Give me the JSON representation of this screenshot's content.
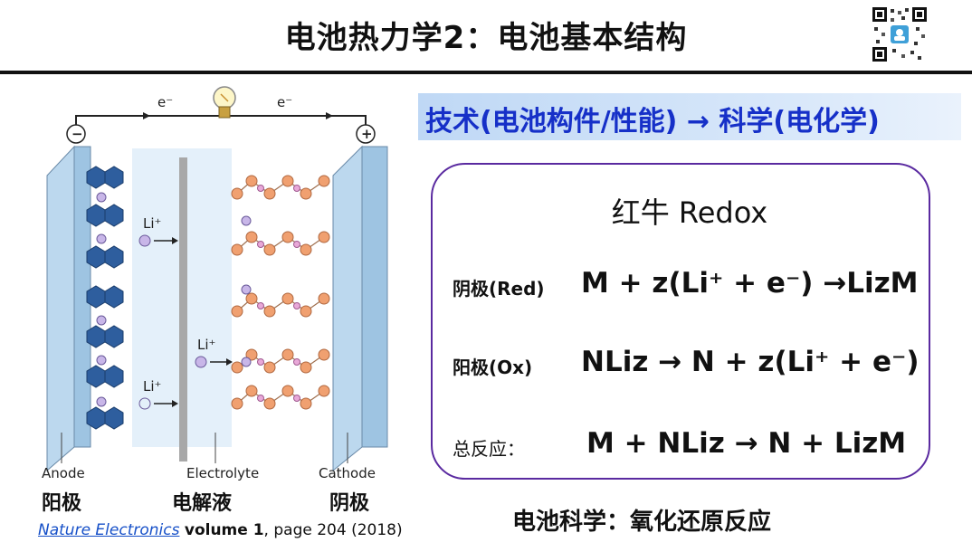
{
  "title": "电池热力学2：电池基本结构",
  "subtitle": "技术(电池构件/性能) → 科学(电化学)",
  "diagram": {
    "electron_left": "e⁻",
    "electron_right": "e⁻",
    "minus": "−",
    "plus": "+",
    "li_label": "Li⁺",
    "anode": "Anode",
    "electrolyte": "Electrolyte",
    "cathode": "Cathode",
    "anode_cn": "阳极",
    "electrolyte_cn": "电解液",
    "cathode_cn": "阴极"
  },
  "redox": {
    "title": "红牛 Redox",
    "rows": [
      {
        "label": "阴极(Red)",
        "equation": "M + z(Li⁺ + e⁻) →LizM"
      },
      {
        "label": "阳极(Ox)",
        "equation": "NLiz → N + z(Li⁺ + e⁻)"
      },
      {
        "label": "总反应：",
        "equation": "M + NLiz → N + LizM"
      }
    ]
  },
  "footer": "电池科学：氧化还原反应",
  "citation": {
    "journal": "Nature Electronics",
    "volume": "volume 1",
    "rest": ", page 204 (2018)"
  }
}
